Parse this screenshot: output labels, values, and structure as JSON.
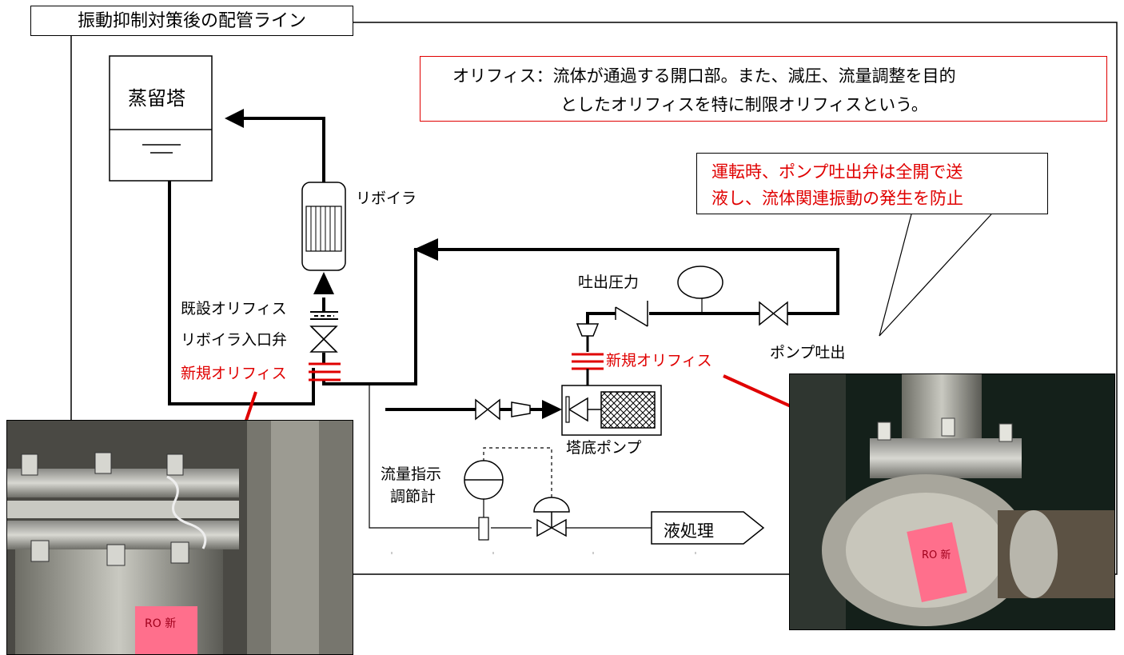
{
  "title": "振動抑制対策後の配管ライン",
  "definition": {
    "line1": "オリフィス：流体が通過する開口部。また、減圧、流量調整を目的",
    "line2": "としたオリフィスを特に制限オリフィスという。"
  },
  "callout": {
    "line1": "運転時、ポンプ吐出弁は全開で送",
    "line2": "液し、流体関連振動の発生を防止"
  },
  "labels": {
    "tower": "蒸留塔",
    "reboiler": "リボイラ",
    "existing_orifice": "既設オリフィス",
    "reboiler_inlet_valve": "リボイラ入口弁",
    "new_orifice_left": "新規オリフィス",
    "new_orifice_right": "新規オリフィス",
    "discharge_pressure": "吐出圧力",
    "pump_discharge": "ポンプ吐出",
    "bottom_pump": "塔底ポンプ",
    "flow_controller_1": "流量指示",
    "flow_controller_2": "調節計",
    "liquid_treatment": "液処理"
  },
  "photos": {
    "left_tag_text": "RO 新",
    "right_tag_text": "RO 新"
  },
  "colors": {
    "accent_red": "#e00000",
    "line": "#000000"
  }
}
